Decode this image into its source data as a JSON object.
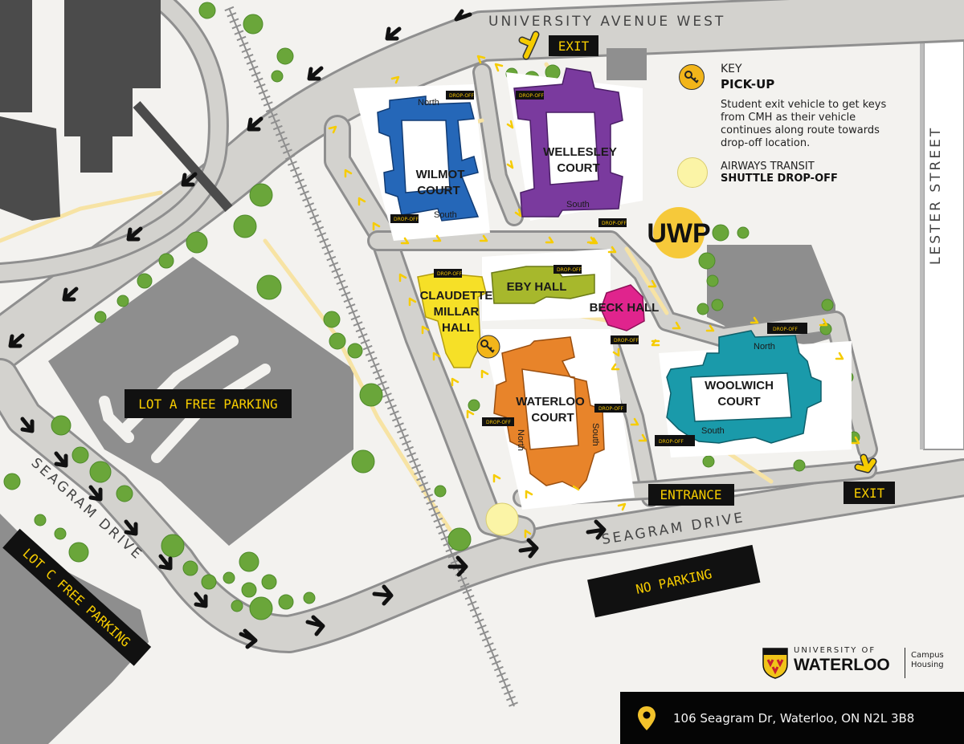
{
  "streets": {
    "university_ave": "UNIVERSITY AVENUE WEST",
    "lester": "LESTER STREET",
    "seagram_left": "SEAGRAM DRIVE",
    "seagram_right": "SEAGRAM DRIVE"
  },
  "buildings": {
    "wilmot": {
      "name_line1": "WILMOT",
      "name_line2": "COURT",
      "north": "North",
      "south": "South",
      "color": "#2567b8"
    },
    "wellesley": {
      "name_line1": "WELLESLEY",
      "name_line2": "COURT",
      "south": "South",
      "color": "#7a3a9e"
    },
    "claudette": {
      "name_line1": "CLAUDETTE",
      "name_line2": "MILLAR",
      "name_line3": "HALL",
      "color": "#f6e027"
    },
    "eby": {
      "name": "EBY HALL",
      "color": "#a7b82c"
    },
    "beck": {
      "name": "BECK HALL",
      "color": "#e0248d"
    },
    "waterloo": {
      "name_line1": "WATERLOO",
      "name_line2": "COURT",
      "north": "North",
      "south": "South",
      "color": "#e8842a"
    },
    "woolwich": {
      "name_line1": "WOOLWICH",
      "name_line2": "COURT",
      "north": "North",
      "south": "South",
      "color": "#1a9aaa"
    },
    "uwp": {
      "name": "UWP",
      "color": "#f6c93a"
    }
  },
  "drop_off_tag": "DROP-OFF",
  "labels": {
    "exit_top": "EXIT",
    "exit_bottom": "EXIT",
    "entrance": "ENTRANCE",
    "lot_a": "LOT A FREE PARKING",
    "lot_c": "LOT C FREE PARKING",
    "no_parking": "NO PARKING"
  },
  "legend": {
    "key_title": "KEY",
    "key_subtitle": "PICK-UP",
    "key_description": "Student exit vehicle to get keys from CMH as their vehicle continues along route towards drop-off location.",
    "key_icon": "key-icon",
    "shuttle_title": "AIRWAYS TRANSIT",
    "shuttle_subtitle": "SHUTTLE DROP-OFF",
    "shuttle_color": "#fbf4a6"
  },
  "logo": {
    "university_of": "UNIVERSITY OF",
    "waterloo": "WATERLOO",
    "dept_line1": "Campus",
    "dept_line2": "Housing"
  },
  "address": {
    "text": "106 Seagram Dr, Waterloo, ON N2L 3B8",
    "icon": "location-pin-icon"
  },
  "colors": {
    "road": "#d3d2ce",
    "road_edge": "#8f8f8f",
    "lot": "#8f8f8f",
    "path": "#f7e3a4",
    "tree": "#6aa63a",
    "arrow_yellow": "#f6cc00",
    "building_gray": "#5a5a5a"
  }
}
